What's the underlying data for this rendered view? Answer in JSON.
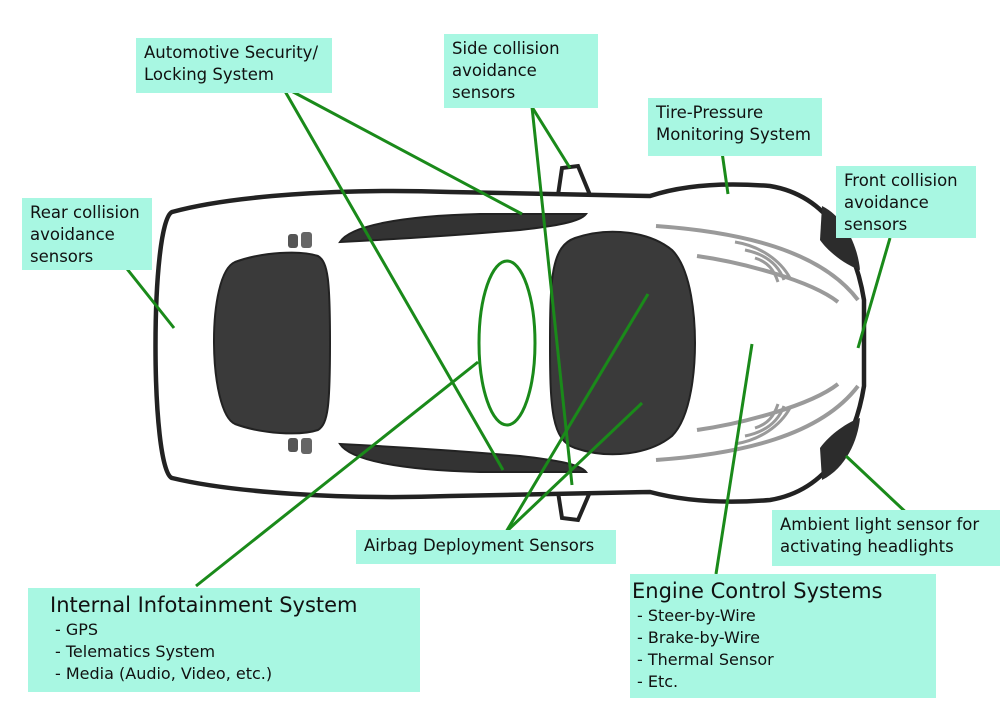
{
  "diagram": {
    "colors": {
      "label_bg": "#a8f7e2",
      "leader": "#1a8a1a",
      "body": "#ffffff",
      "outline": "#222222",
      "window": "#3a3a3a",
      "hood_lines": "#9a9a9a"
    },
    "labels": {
      "security": [
        "Automotive Security/",
        "Locking System"
      ],
      "side_collision": [
        "Side collision",
        "avoidance",
        "sensors"
      ],
      "tire_pressure": [
        "Tire-Pressure",
        "Monitoring System"
      ],
      "front_collision": [
        "Front collision",
        "avoidance",
        "sensors"
      ],
      "rear_collision": [
        "Rear collision",
        "avoidance",
        "sensors"
      ],
      "ambient_light": [
        "Ambient light sensor for",
        "activating headlights"
      ],
      "airbag": "Airbag Deployment Sensors",
      "infotainment": {
        "title": "Internal Infotainment System",
        "items": [
          "- GPS",
          "- Telematics System",
          "- Media (Audio, Video, etc.)"
        ]
      },
      "engine": {
        "title": "Engine Control Systems",
        "items": [
          "- Steer-by-Wire",
          "- Brake-by-Wire",
          "- Thermal Sensor",
          "- Etc."
        ]
      }
    }
  }
}
